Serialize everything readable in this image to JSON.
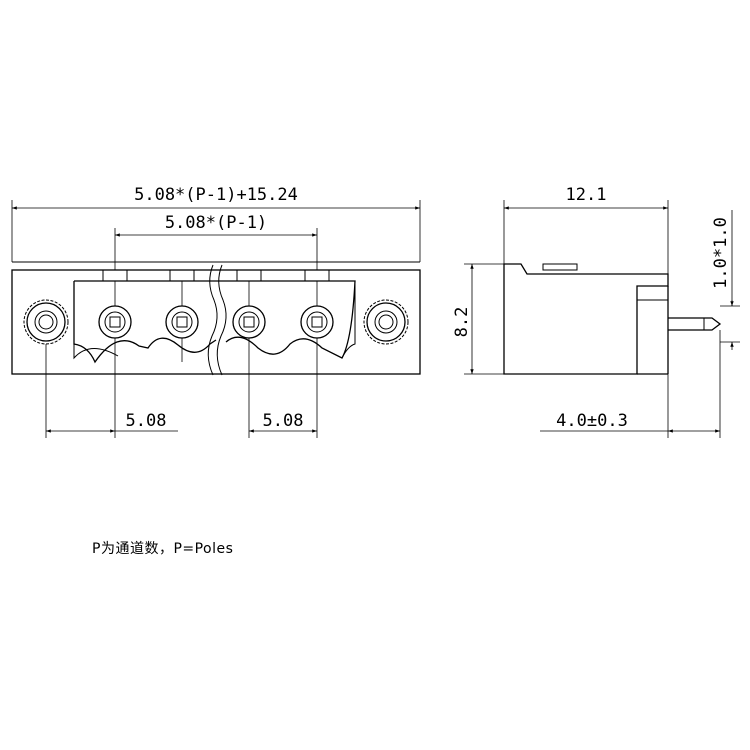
{
  "dimensions": {
    "overall_width": "5.08*(P-1)+15.24",
    "pin_span": "5.08*(P-1)",
    "pitch_left": "5.08",
    "pitch_right": "5.08",
    "side_width": "12.1",
    "height": "8.2",
    "pin_length": "1.0*1.0",
    "pin_offset": "4.0±0.3"
  },
  "note": "P为通道数，P=Poles",
  "colors": {
    "line": "#000000",
    "background": "#ffffff"
  }
}
